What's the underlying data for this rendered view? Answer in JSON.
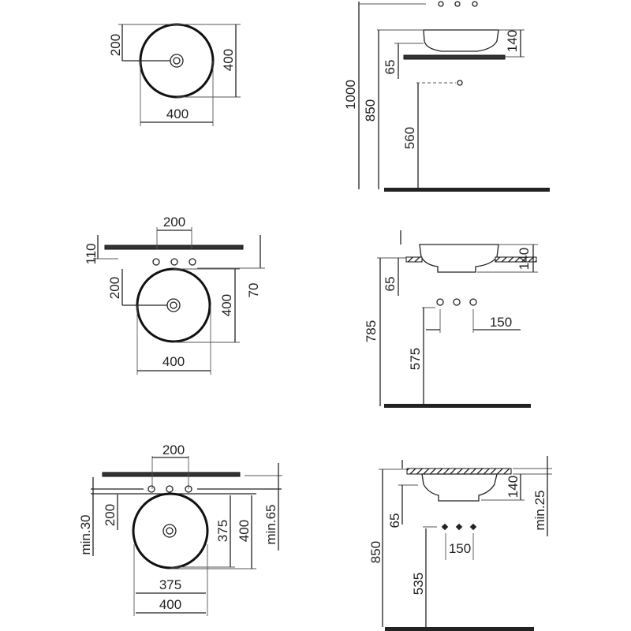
{
  "panels": {
    "top_plan": {
      "drain_depth": "200",
      "height": "400",
      "width": "400"
    },
    "top_side": {
      "total_height": "1000",
      "counter_height": "850",
      "rim_drop": "65",
      "basin_height": "140",
      "drain_height": "560"
    },
    "mid_plan": {
      "tap_spacing": "200",
      "wall_gap": "110",
      "drain_depth": "200",
      "height": "400",
      "tap_offset": "70",
      "width": "400"
    },
    "mid_side": {
      "counter_height": "785",
      "rim_drop": "65",
      "basin_height": "140",
      "tap_spacing": "150",
      "drain_height": "575"
    },
    "bottom_plan": {
      "tap_spacing": "200",
      "min_left": "min.30",
      "drain_depth": "200",
      "cutout_height": "375",
      "height": "400",
      "min_right": "min.65",
      "cutout_width": "375",
      "width": "400"
    },
    "bottom_side": {
      "counter_height": "850",
      "rim_drop": "65",
      "basin_height": "140",
      "min_gap": "min.25",
      "tap_spacing": "150",
      "drain_height": "535"
    }
  }
}
